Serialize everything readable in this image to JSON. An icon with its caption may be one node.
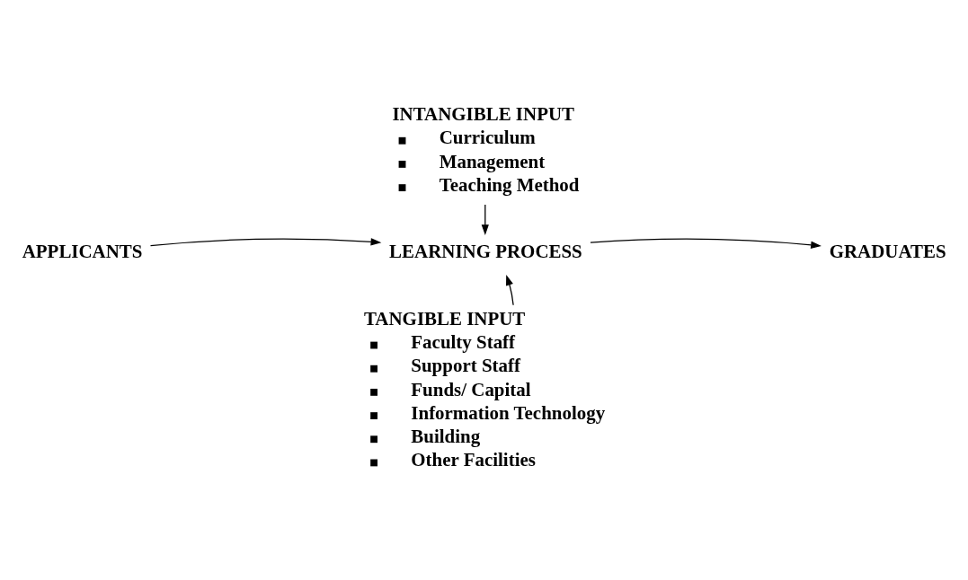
{
  "diagram": {
    "nodes": [
      {
        "text": [
          "INTANGIBLE INPUT",
          "Curriculum",
          "Management",
          "Teaching Method"
        ]
      },
      {
        "text": [
          "APPLICANTS"
        ]
      },
      {
        "text": [
          "LEARNING PROCESS"
        ]
      },
      {
        "text": [
          "GRADUATES"
        ]
      },
      {
        "text": [
          "TANGIBLE INPUT",
          "Faculty Staff",
          "Support Staff",
          "Funds/ Capital",
          "Information Technology",
          "Building",
          "Other Facilities"
        ]
      }
    ],
    "edges": [
      {
        "from": 0,
        "to": 2,
        "arrow": "to"
      },
      {
        "from": 1,
        "to": 2,
        "arrow": "to"
      },
      {
        "from": 2,
        "to": 3,
        "arrow": "to"
      },
      {
        "from": 4,
        "to": 2,
        "arrow": "to"
      }
    ]
  }
}
